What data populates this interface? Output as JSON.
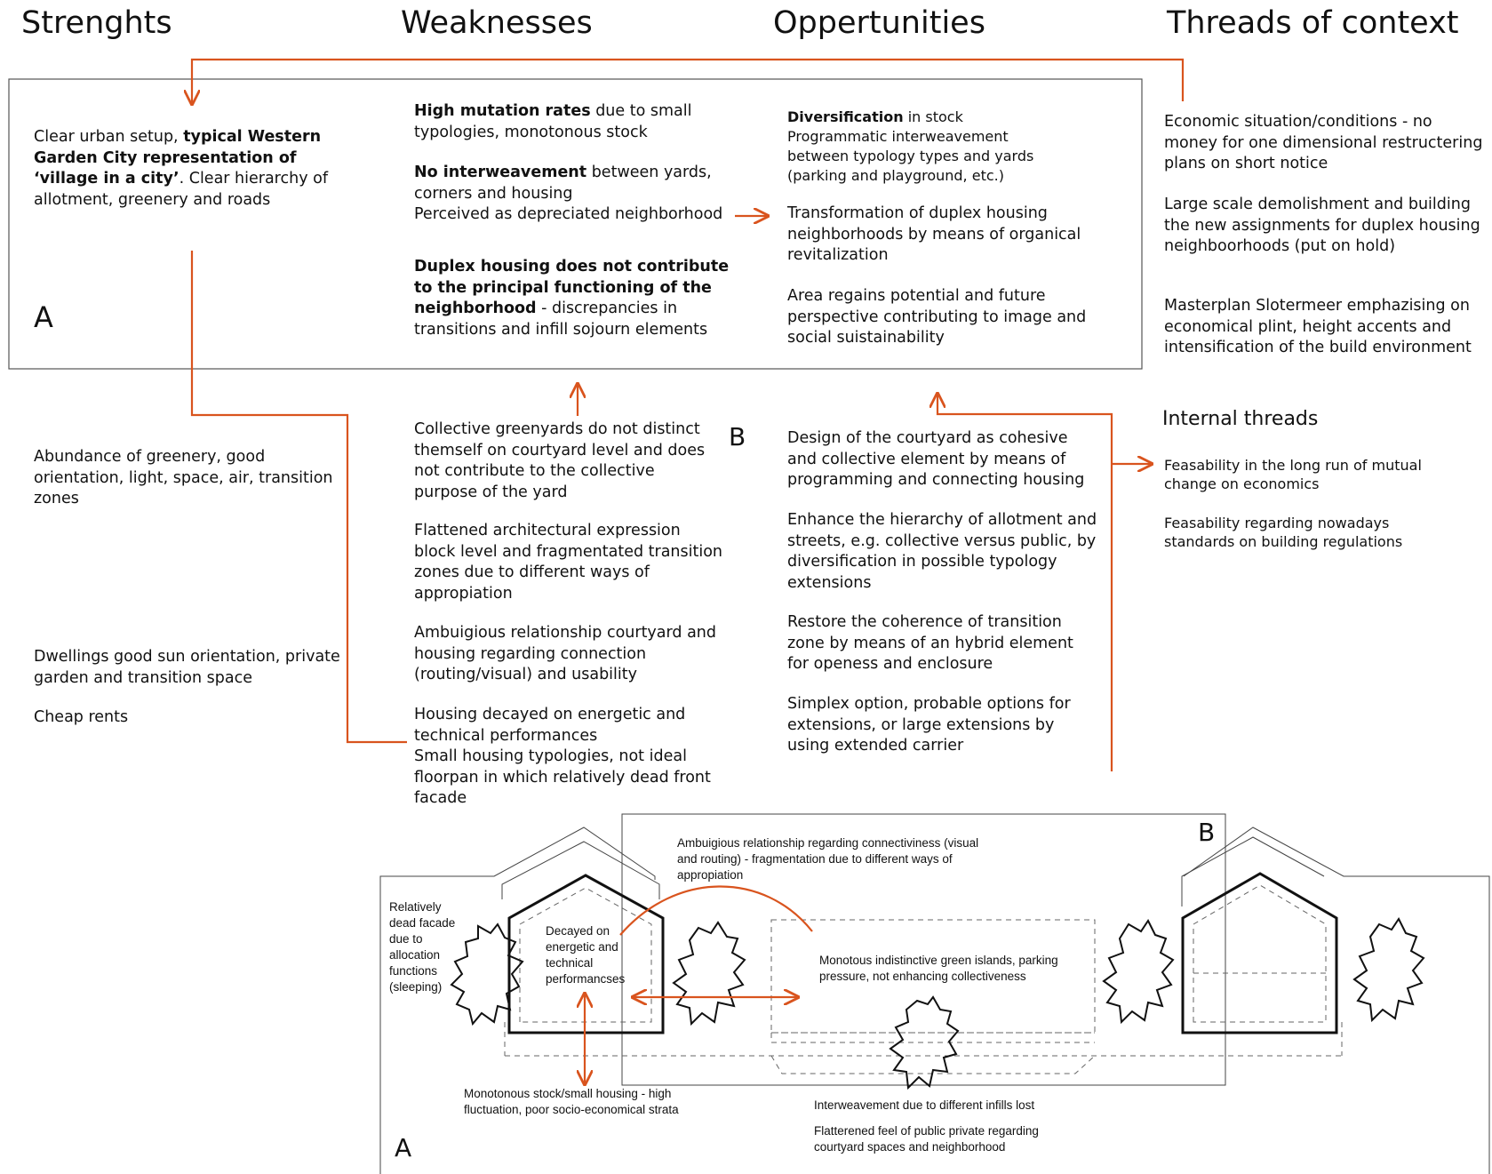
{
  "headers": {
    "strengths": "Strenghts",
    "weaknesses": "Weaknesses",
    "opportunities": "Oppertunities",
    "threats": "Threads of context"
  },
  "strengths": {
    "s1_pre": "Clear urban setup, ",
    "s1_bold": "typical Western Garden City representation of ‘village in a city’",
    "s1_post": ". Clear hierarchy of allotment, greenery and roads",
    "s2": "Abundance of greenery, good orientation, light, space, air, transition zones",
    "s3": "Dwellings good sun orientation, private garden and transition space",
    "s4": "Cheap rents"
  },
  "weaknesses_a": {
    "w1_bold": "High mutation rates",
    "w1_post": " due to small typologies, monotonous stock",
    "w2_bold": "No interweavement",
    "w2_post": " between yards, corners and housing",
    "w2_line": "Perceived as depreciated neighborhood",
    "w3_bold": "Duplex housing does not contribute to the principal functioning of the neighborhood",
    "w3_post": "  - discrepancies in transitions and infill sojourn elements"
  },
  "weaknesses_b": {
    "w4": "Collective greenyards do not distinct themself on courtyard level and does not contribute to the collective purpose of the yard",
    "w5": "Flattened architectural expression block level and fragmentated transition zones due to different ways of appropiation",
    "w6": "Ambuigious relationship courtyard and housing regarding connection (routing/visual) and usability",
    "w7a": "Housing decayed on energetic and technical performances",
    "w7b": "Small housing typologies, not ideal floorpan in which relatively dead front facade"
  },
  "opportunities_a": {
    "o1_bold": "Diversification",
    "o1_post": " in stock",
    "o1_line": "Programmatic interweavement between  typology types and yards (parking and playground, etc.)",
    "o2": "Transformation of duplex housing neighborhoods by means of organical revitalization",
    "o3": "Area regains potential and future perspective contributing to image and social suistainability"
  },
  "opportunities_b": {
    "o4": "Design of the courtyard as cohesive and collective element by means of programming and connecting housing",
    "o5": "Enhance the hierarchy of allotment and streets, e.g. collective versus public, by diversification in possible typology extensions",
    "o6": "Restore the coherence of transition zone by means of an hybrid element for openess and enclosure",
    "o7": "Simplex option, probable options for extensions, or large extensions by using extended carrier"
  },
  "threats_context": {
    "t1": "Economic situation/conditions - no money for one dimensional restructering plans on short notice",
    "t2": "Large scale demolishment and building the new assignments for duplex housing neighboorhoods (put on hold)",
    "t3": "Masterplan Slotermeer emphazising on economical plint, height accents and intensification of the build environment"
  },
  "threats_internal": {
    "title": "Internal threads",
    "i1": "Feasability in the long run of mutual change on economics",
    "i2": "Feasability regarding nowadays standards on building regulations"
  },
  "labels": {
    "a_top": "A",
    "b_mid": "B",
    "b_sketch": "B",
    "a_sketch": "A"
  },
  "sketch": {
    "relatively_dead": "Relatively dead facade due to allocation functions (sleeping)",
    "decayed": "Decayed on energetic and technical performancses",
    "ambuigious": "Ambuigious relationship regarding connectiviness (visual and routing) - fragmentation due to different ways of appropiation",
    "monotous": "Monotous indistinctive green islands, parking pressure, not enhancing collectiveness",
    "monotonous_stock": "Monotonous stock/small housing - high fluctuation, poor socio-economical strata",
    "interweavement": "Interweavement due to different infills lost",
    "flatterened": "Flatterened feel of public private regarding courtyard spaces and neighborhood"
  },
  "colors": {
    "accent": "#d9541e",
    "line": "#333333"
  }
}
